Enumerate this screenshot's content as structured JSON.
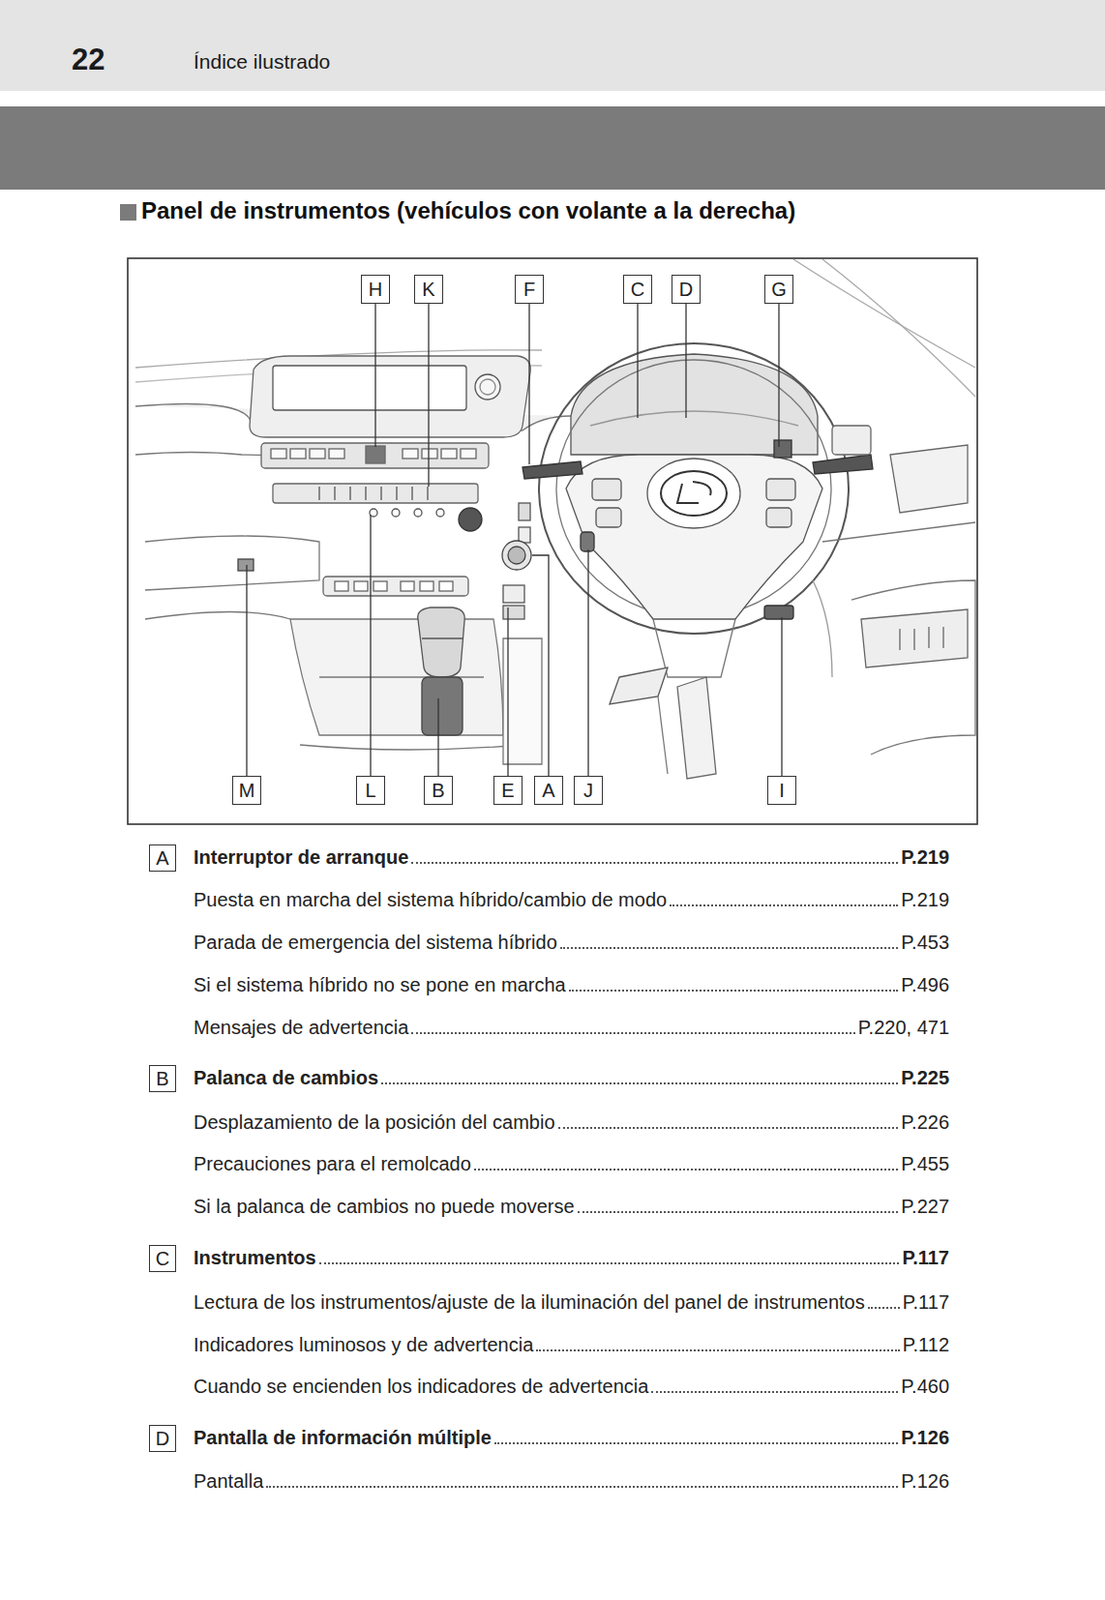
{
  "diagram": {
    "title": "Panel de instrumentos (vehículos con volante a la derecha)",
    "nodes": [
      {
        "text": [
          "H"
        ]
      },
      {
        "text": [
          "K"
        ]
      },
      {
        "text": [
          "F"
        ]
      },
      {
        "text": [
          "C"
        ]
      },
      {
        "text": [
          "D"
        ]
      },
      {
        "text": [
          "G"
        ]
      },
      {
        "text": [
          "M"
        ]
      },
      {
        "text": [
          "L"
        ]
      },
      {
        "text": [
          "B"
        ]
      },
      {
        "text": [
          "E"
        ]
      },
      {
        "text": [
          "A"
        ]
      },
      {
        "text": [
          "J"
        ]
      },
      {
        "text": [
          "I"
        ]
      },
      {
        "text": [
          "A"
        ]
      },
      {
        "text": [
          "B"
        ]
      },
      {
        "text": [
          "C"
        ]
      },
      {
        "text": [
          "D"
        ]
      }
    ],
    "labels": [
      "22",
      "Índice ilustrado",
      "Interruptor de arranque",
      "P.219",
      "Puesta en marcha del sistema híbrido/cambio de modo",
      "P.219",
      "Parada de emergencia del sistema híbrido",
      "P.453",
      "Si el sistema híbrido no se pone en marcha",
      "P.496",
      "Mensajes de advertencia",
      "P.220, 471",
      "Palanca de cambios",
      "P.225",
      "Desplazamiento de la posición del cambio",
      "P.226",
      "Precauciones para el remolcado",
      "P.455",
      "Si la palanca de cambios no puede moverse",
      "P.227",
      "Instrumentos",
      "P.117",
      "Lectura de los instrumentos/ajuste de la iluminación del panel de instrumentos",
      "P.117",
      "Indicadores luminosos y de advertencia",
      "P.112",
      "Cuando se encienden los indicadores de advertencia",
      "P.460",
      "Pantalla de información múltiple",
      "P.126",
      "Pantalla",
      "P.126"
    ]
  }
}
